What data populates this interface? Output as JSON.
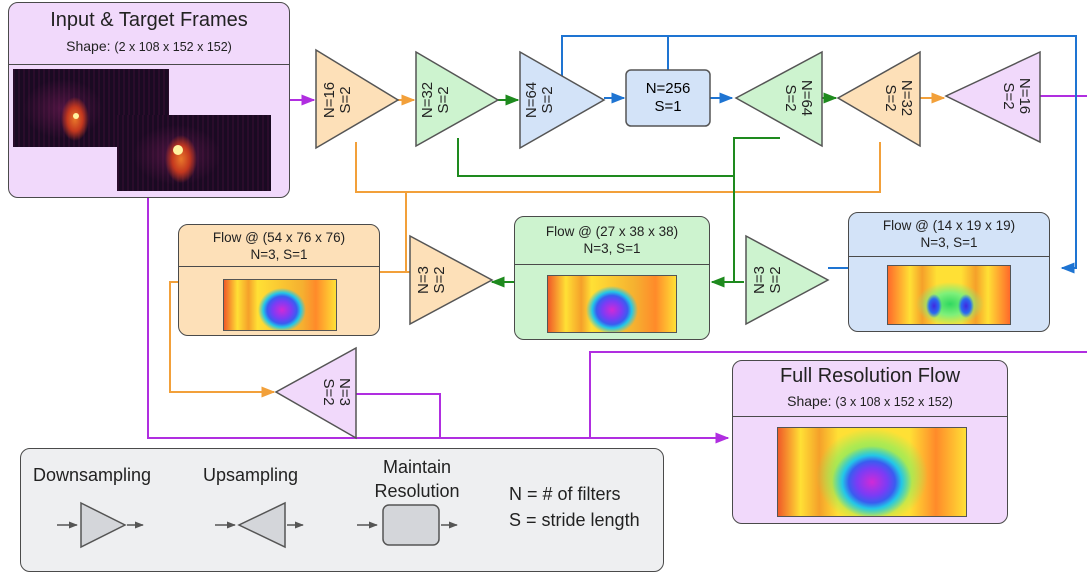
{
  "input_card": {
    "title": "Input & Target Frames",
    "shape_label": "Shape:",
    "shape_value": "(2 x 108 x 152 x 152)"
  },
  "output_card": {
    "title": "Full Resolution Flow",
    "shape_label": "Shape:",
    "shape_value": "(3 x 108 x 152 x 152)"
  },
  "flow_cards": [
    {
      "title": "Flow @ (54 x 76 x 76)",
      "params": "N=3, S=1"
    },
    {
      "title": "Flow @ (27 x 38 x 38)",
      "params": "N=3, S=1"
    },
    {
      "title": "Flow @ (14 x 19 x 19)",
      "params": "N=3, S=1"
    }
  ],
  "bottleneck": {
    "n": "N=256",
    "s": "S=1"
  },
  "blocks": {
    "enc1": {
      "n": "N=16",
      "s": "S=2"
    },
    "enc2": {
      "n": "N=32",
      "s": "S=2"
    },
    "enc3": {
      "n": "N=64",
      "s": "S=2"
    },
    "dec3": {
      "n": "N=64",
      "s": "S=2"
    },
    "dec2": {
      "n": "N=32",
      "s": "S=2"
    },
    "dec1": {
      "n": "N=16",
      "s": "S=2"
    },
    "up_low": {
      "n": "N=3",
      "s": "S=2"
    },
    "up_mid": {
      "n": "N=3",
      "s": "S=2"
    },
    "up_final": {
      "n": "N=3",
      "s": "S=2"
    }
  },
  "legend": {
    "downsampling": "Downsampling",
    "upsampling": "Upsampling",
    "maintain_line1": "Maintain",
    "maintain_line2": "Resolution",
    "n_def": "N = # of filters",
    "s_def": "S = stride length"
  },
  "colors": {
    "purple_line": "#b02ee0",
    "orange_line": "#f2a03a",
    "green_line": "#1e8a1e",
    "blue_line": "#1e74d2",
    "purple_fill": "#f1d9fb",
    "orange_fill": "#fde0b8",
    "green_fill": "#cdf3cf",
    "blue_fill": "#d3e3f8"
  }
}
